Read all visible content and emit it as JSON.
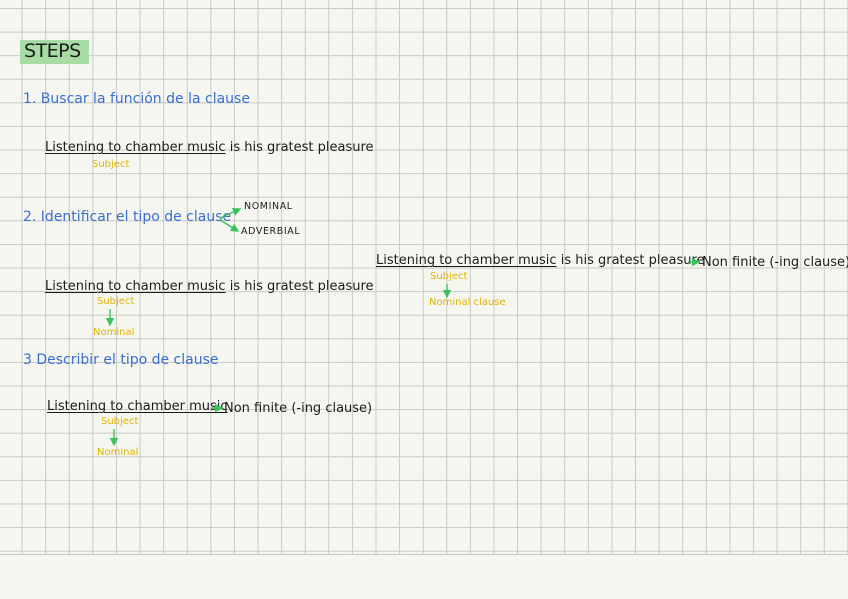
{
  "title": "STEPS",
  "steps": {
    "s1": "1. Buscar la función de la clause",
    "s2": "2. Identificar el tipo de clause",
    "s3": "3 Describir el tipo de clause"
  },
  "sentence": {
    "subject": "Listening to chamber music",
    "predicate": "is his gratest pleasure"
  },
  "labels": {
    "subject": "Subject",
    "nominal_short": "Nominal",
    "nominal_clause": "Nominal clause",
    "nominal_caps": "NOMINAL",
    "adverbial_caps": "ADVERBIAL",
    "non_finite": "Non finite (-ing clause)"
  },
  "colors": {
    "blue_text": "#3a6fd0",
    "yellow_text": "#e0b400",
    "green_arrow": "#3cc25a",
    "title_highlight": "#a8dca4"
  }
}
